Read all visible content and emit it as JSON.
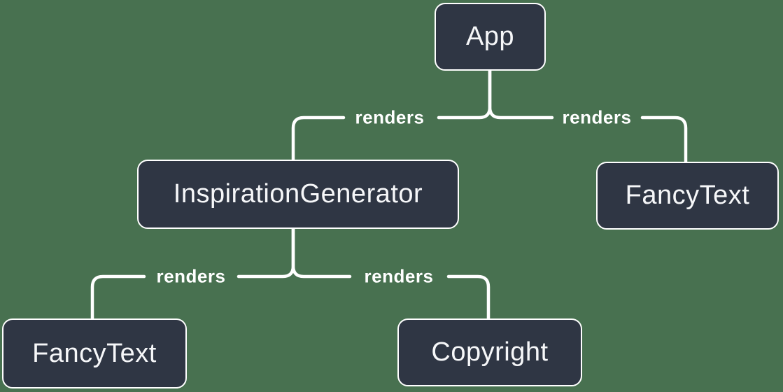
{
  "diagram": {
    "type": "react-render-tree",
    "colors": {
      "background": "#487150",
      "node-fill": "#2F3644",
      "node-border": "#FFFFFF",
      "node-text": "#F6F7F9",
      "edge-line": "#FFFFFF",
      "edge-label-text": "#FFFFFF"
    },
    "nodes": [
      {
        "id": "app",
        "label": "App"
      },
      {
        "id": "inspiration-generator",
        "label": "InspirationGenerator"
      },
      {
        "id": "fancy-text-right",
        "label": "FancyText"
      },
      {
        "id": "fancy-text-left",
        "label": "FancyText"
      },
      {
        "id": "copyright",
        "label": "Copyright"
      }
    ],
    "edges": [
      {
        "from": "app",
        "to": "inspiration-generator",
        "label": "renders"
      },
      {
        "from": "app",
        "to": "fancy-text-right",
        "label": "renders"
      },
      {
        "from": "inspiration-generator",
        "to": "fancy-text-left",
        "label": "renders"
      },
      {
        "from": "inspiration-generator",
        "to": "copyright",
        "label": "renders"
      }
    ]
  }
}
